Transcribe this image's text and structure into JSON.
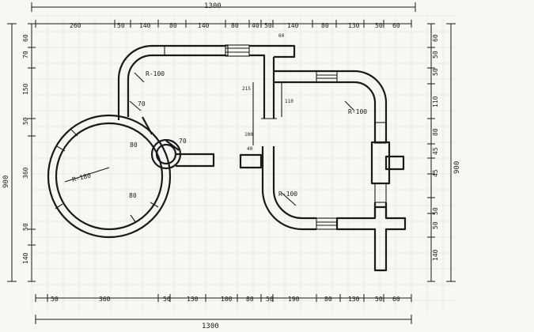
{
  "top_total": "1300",
  "bottom_total": "1300",
  "left_total": "900",
  "right_total": "900",
  "top_dims": [
    "260",
    "50",
    "140",
    "80",
    "140",
    "80",
    "40",
    "50",
    "140",
    "80",
    "130",
    "50",
    "60"
  ],
  "bottom_dims": [
    "50",
    "360",
    "50",
    "130",
    "100",
    "80",
    "50",
    "190",
    "80",
    "130",
    "50",
    "60"
  ],
  "left_dims": [
    "60",
    "70",
    "150",
    "50",
    "360",
    "50",
    "140"
  ],
  "right_dims": [
    "60",
    "50",
    "50",
    "110",
    "80",
    "45",
    "45",
    "50",
    "50",
    "140"
  ],
  "annotations": {
    "r100_top": "R-100",
    "r100_right": "R-100",
    "r100_bottom": "R-100",
    "r180": "R-180",
    "d70": "70",
    "d80a": "80",
    "d80b": "80",
    "d70b": "70",
    "d215": "215",
    "d110": "110",
    "d100": "100",
    "d40": "40",
    "d60": "60"
  }
}
